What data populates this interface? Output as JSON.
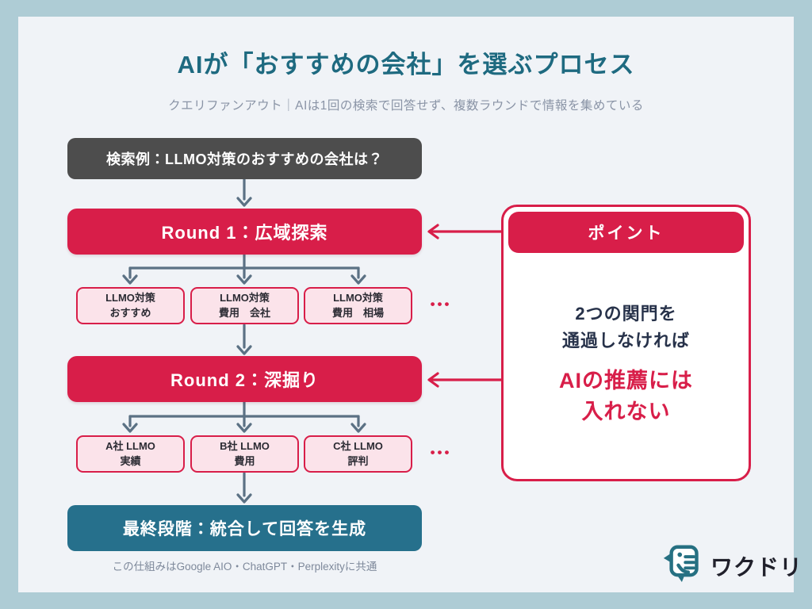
{
  "infographic": {
    "title": "AIが「おすすめの会社」を選ぶプロセス",
    "subtitle": "クエリファンアウト｜AIは1回の検索で回答せず、複数ラウンドで情報を集めている",
    "footnote": "この仕組みはGoogle AIO・ChatGPT・Perplexityに共通"
  },
  "flow": {
    "query_box": "検索例：LLMO対策のおすすめの会社は？",
    "round1": {
      "label": "Round 1：広域探索"
    },
    "round1_queries": [
      {
        "line1": "LLMO対策",
        "line2": "おすすめ"
      },
      {
        "line1": "LLMO対策",
        "line2": "費用　会社"
      },
      {
        "line1": "LLMO対策",
        "line2": "費用　相場"
      }
    ],
    "round1_ellipsis": "•••",
    "round2": {
      "label": "Round 2：深掘り"
    },
    "round2_queries": [
      {
        "line1": "A社 LLMO",
        "line2": "実績"
      },
      {
        "line1": "B社 LLMO",
        "line2": "費用"
      },
      {
        "line1": "C社 LLMO",
        "line2": "評判"
      }
    ],
    "round2_ellipsis": "•••",
    "final_box": "最終段階：統合して回答を生成"
  },
  "point_card": {
    "header": "ポイント",
    "body_line1": "2つの関門を",
    "body_line2": "通過しなければ",
    "emphasis_line1": "AIの推薦には",
    "emphasis_line2": "入れない"
  },
  "logo": {
    "icon": "wakudori-bird-icon",
    "text": "ワクドリ"
  },
  "colors": {
    "accent_red": "#d81e49",
    "pink_fill": "#fbe3ea",
    "teal_box": "#26708c",
    "title_teal": "#1e6a80",
    "query_dark_gray": "#4d4d4d",
    "arrow_slate": "#5b7184",
    "outer_background": "#aeccd5",
    "canvas_background": "#f0f3f7"
  }
}
